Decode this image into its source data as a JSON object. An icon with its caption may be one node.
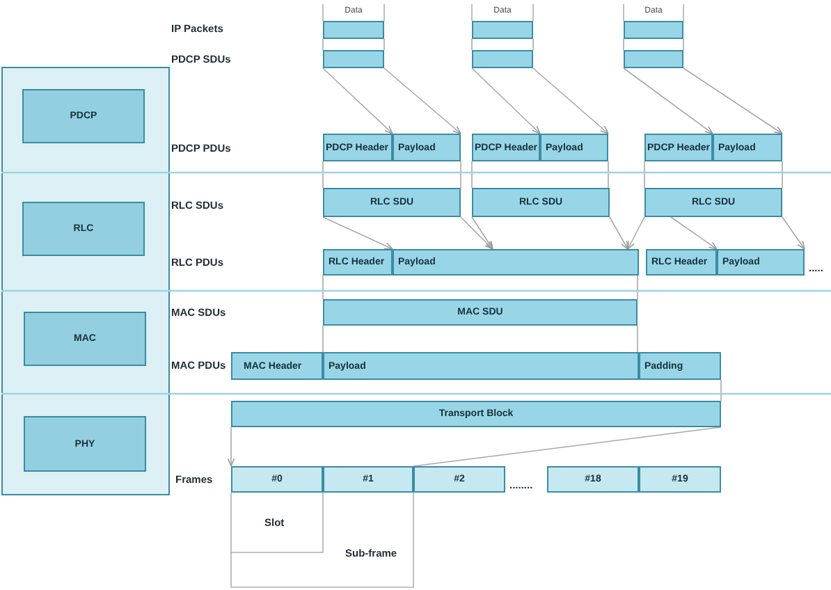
{
  "diagram": {
    "nodes": [
      {
        "text": [],
        "shape": "box"
      },
      {
        "text": [
          "PDCP"
        ],
        "in": 0
      },
      {
        "text": [
          "RLC"
        ],
        "in": 0
      },
      {
        "text": [
          "MAC"
        ],
        "in": 0
      },
      {
        "text": [
          "PHY"
        ],
        "in": 0
      },
      {
        "text": [],
        "shape": "box",
        "beside": [
          "Data"
        ]
      },
      {
        "text": [],
        "shape": "box",
        "beside": [
          "Data"
        ]
      },
      {
        "text": [],
        "shape": "box",
        "beside": [
          "Data"
        ]
      },
      {
        "text": [],
        "shape": "box"
      },
      {
        "text": [],
        "shape": "box"
      },
      {
        "text": [],
        "shape": "box"
      },
      {
        "text": [
          "PDCP Header"
        ]
      },
      {
        "text": [
          "Payload"
        ]
      },
      {
        "text": [
          "PDCP Header"
        ]
      },
      {
        "text": [
          "Payload"
        ]
      },
      {
        "text": [
          "PDCP Header"
        ]
      },
      {
        "text": [
          "Payload"
        ]
      },
      {
        "text": [
          "RLC SDU"
        ]
      },
      {
        "text": [
          "RLC SDU"
        ]
      },
      {
        "text": [
          "RLC SDU"
        ]
      },
      {
        "text": [
          "RLC Header"
        ]
      },
      {
        "text": [
          "Payload"
        ]
      },
      {
        "text": [
          "RLC Header"
        ]
      },
      {
        "text": [
          "Payload"
        ]
      },
      {
        "text": [
          "MAC SDU"
        ]
      },
      {
        "text": [
          "MAC Header"
        ]
      },
      {
        "text": [
          "Payload"
        ]
      },
      {
        "text": [
          "Padding"
        ]
      },
      {
        "text": [
          "Transport Block"
        ]
      },
      {
        "text": [
          "#0"
        ]
      },
      {
        "text": [
          "#1"
        ]
      },
      {
        "text": [
          "#2"
        ]
      },
      {
        "text": [
          "#18"
        ]
      },
      {
        "text": [
          "#19"
        ]
      }
    ],
    "edges": [
      {
        "from": 5,
        "to": 8,
        "arrow": "none"
      },
      {
        "from": 5,
        "to": 8,
        "arrow": "none"
      },
      {
        "from": 6,
        "to": 9,
        "arrow": "none"
      },
      {
        "from": 6,
        "to": 9,
        "arrow": "none"
      },
      {
        "from": 7,
        "to": 10,
        "arrow": "none"
      },
      {
        "from": 7,
        "to": 10,
        "arrow": "none"
      },
      {
        "from": 8,
        "to": 12,
        "arrow": "to"
      },
      {
        "from": 8,
        "to": 12,
        "arrow": "to"
      },
      {
        "from": 9,
        "to": 14,
        "arrow": "to"
      },
      {
        "from": 9,
        "to": 14,
        "arrow": "to"
      },
      {
        "from": 10,
        "to": 16,
        "arrow": "to"
      },
      {
        "from": 10,
        "to": 16,
        "arrow": "to"
      },
      {
        "from": 11,
        "to": 17,
        "arrow": "none"
      },
      {
        "from": 12,
        "to": 17,
        "arrow": "none"
      },
      {
        "from": 13,
        "to": 18,
        "arrow": "none"
      },
      {
        "from": 14,
        "to": 18,
        "arrow": "none"
      },
      {
        "from": 15,
        "to": 19,
        "arrow": "none"
      },
      {
        "from": 16,
        "to": 19,
        "arrow": "none"
      },
      {
        "from": 17,
        "to": 21,
        "arrow": "to"
      },
      {
        "from": 17,
        "to": 21,
        "arrow": "to"
      },
      {
        "from": 18,
        "to": 21,
        "arrow": "to"
      },
      {
        "from": 18,
        "to": 21,
        "arrow": "to"
      },
      {
        "from": 19,
        "to": 21,
        "arrow": "to"
      },
      {
        "from": 19,
        "to": 23,
        "arrow": "to"
      },
      {
        "from": 19,
        "to": 23,
        "arrow": "to"
      },
      {
        "from": 20,
        "to": 24,
        "arrow": "none"
      },
      {
        "from": 21,
        "to": 24,
        "arrow": "none"
      },
      {
        "from": 24,
        "to": 26,
        "arrow": "none"
      },
      {
        "from": 24,
        "to": 26,
        "arrow": "none"
      },
      {
        "from": 27,
        "to": 28,
        "arrow": "none"
      },
      {
        "from": 28,
        "to": 29,
        "arrow": "to"
      },
      {
        "from": 28,
        "to": 30,
        "arrow": "none"
      }
    ],
    "labels": [
      "IP Packets",
      "PDCP SDUs",
      "PDCP PDUs",
      "RLC SDUs",
      "RLC PDUs",
      ".....",
      "MAC SDUs",
      "MAC PDUs",
      "Frames",
      "........",
      "Slot",
      "Sub-frame"
    ]
  }
}
